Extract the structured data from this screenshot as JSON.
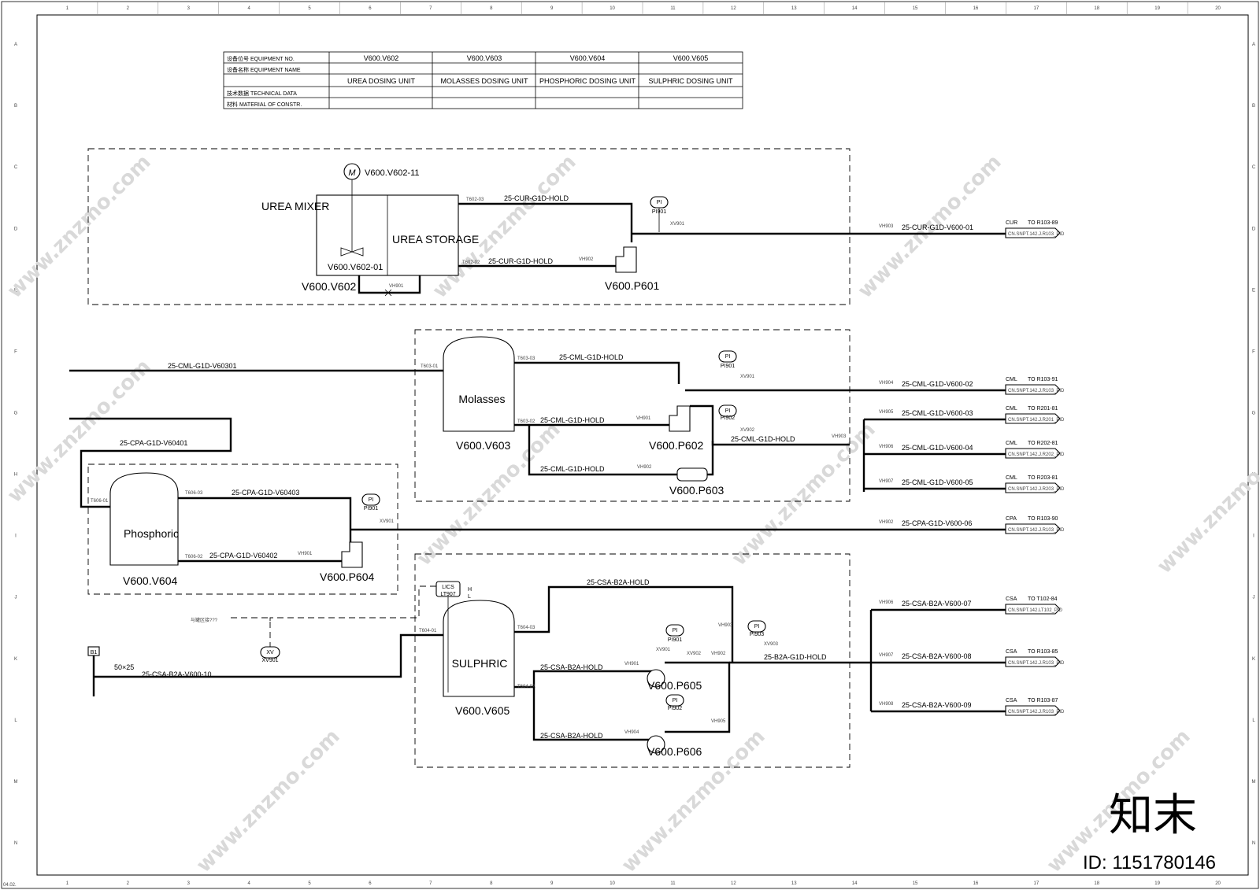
{
  "table": {
    "row_labels": [
      "设备位号 EQUIPMENT NO.",
      "设备名称 EQUIPMENT NAME",
      "技术数据 TECHNICAL DATA",
      "材料 MATERIAL OF CONSTR."
    ],
    "columns": [
      {
        "no": "V600.V602",
        "name": "UREA DOSING UNIT"
      },
      {
        "no": "V600.V603",
        "name": "MOLASSES DOSING UNIT"
      },
      {
        "no": "V600.V604",
        "name": "PHOSPHORIC DOSING UNIT"
      },
      {
        "no": "V600.V605",
        "name": "SULPHRIC DOSING UNIT"
      }
    ]
  },
  "urea": {
    "motor_letter": "M",
    "motor_tag": "V600.V602-11",
    "mixer": "UREA MIXER",
    "storage": "UREA STORAGE",
    "agitator": "V600.V602-01",
    "vessel": "V600.V602",
    "pump": "V600.P601",
    "line_top": "25-CUR-G1D-HOLD",
    "line_bottom": "25-CUR-G1D-HOLD",
    "nozzle_top": "T602-03",
    "nozzle_bottom": "T602-02",
    "valve_drain": "VH901",
    "valve_pump": "VH902",
    "valve_out": "VH903",
    "xv": "XV901",
    "pi_letter": "PI",
    "pi_tag": "PI901",
    "out_line": "25-CUR-G1D-V600-01",
    "out_fluid": "CUR",
    "out_to": "TO R103-89",
    "out_ref": "CN.SNPT.142.J.R103_PID"
  },
  "molasses": {
    "vessel_label": "Molasses",
    "vessel": "V600.V603",
    "pump1": "V600.P602",
    "pump2": "V600.P603",
    "in_line": "25-CML-G1D-V60301",
    "nozzle_in": "T603-01",
    "nozzle_top": "T603-03",
    "nozzle_side": "T603-02",
    "line_return": "25-CML-G1D-HOLD",
    "line_suct1": "25-CML-G1D-HOLD",
    "line_suct2": "25-CML-G1D-HOLD",
    "line_disch": "25-CML-G1D-HOLD",
    "pi1_letter": "PI",
    "pi1_tag": "PI901",
    "pi2_letter": "PI",
    "pi2_tag": "PI902",
    "xv1": "XV901",
    "xv2": "XV902",
    "valve1": "VH901",
    "valve2": "VH902",
    "valve3": "VH903",
    "outlets": [
      {
        "valve": "VH904",
        "line": "25-CML-G1D-V600-02",
        "fluid": "CML",
        "to": "TO R103-91",
        "ref": "CN.SNPT.142.J.R103_PID"
      },
      {
        "valve": "VH905",
        "line": "25-CML-G1D-V600-03",
        "fluid": "CML",
        "to": "TO R201-81",
        "ref": "CN.SNPT.142.J.R201_PID"
      },
      {
        "valve": "VH906",
        "line": "25-CML-G1D-V600-04",
        "fluid": "CML",
        "to": "TO R202-81",
        "ref": "CN.SNPT.142.J.R202_PID"
      },
      {
        "valve": "VH907",
        "line": "25-CML-G1D-V600-05",
        "fluid": "CML",
        "to": "TO R203-81",
        "ref": "CN.SNPT.142.J.R203_PID"
      }
    ]
  },
  "phosphoric": {
    "vessel_label": "Phosphoric",
    "vessel": "V600.V604",
    "pump": "V600.P604",
    "in_line": "25-CPA-G1D-V60401",
    "nozzle_in": "T606-01",
    "nozzle_top": "T606-03",
    "nozzle_side": "T606-02",
    "line_return": "25-CPA-G1D-V60403",
    "line_suct": "25-CPA-G1D-V60402",
    "valve_pump": "VH901",
    "pi_letter": "PI",
    "pi_tag": "PI901",
    "xv": "XV901",
    "out_valve": "VH902",
    "out_line": "25-CPA-G1D-V600-06",
    "out_fluid": "CPA",
    "out_to": "TO R103-90",
    "out_ref": "CN.SNPT.142.J.R103_PID"
  },
  "sulphric": {
    "vessel_label": "SULPHRIC",
    "vessel": "V600.V605",
    "pump1": "V600.P605",
    "pump2": "V600.P606",
    "in_line": "25-CSA-B2A-V600-10",
    "pipe_size": "50×25",
    "source": "B1",
    "note": "与罐区接???",
    "xv_letter": "XV",
    "xv_tag": "XV901",
    "lics_letter": "LICS",
    "lics_tag": "LT907",
    "lics_h": "H",
    "lics_l": "L",
    "nozzle_in": "T604-01",
    "nozzle_top": "T604-03",
    "nozzle_side": "T604-02",
    "line_return": "25-CSA-B2A-HOLD",
    "line_suct1": "25-CSA-B2A-HOLD",
    "line_suct2": "25-CSA-B2A-HOLD",
    "line_disch": "25-B2A-G1D-HOLD",
    "pi1_letter": "PI",
    "pi1_tag": "PI901",
    "pi2_letter": "PI",
    "pi2_tag": "PI902",
    "pi3_letter": "PI",
    "pi3_tag": "PI903",
    "valves": [
      "VH901",
      "VH902",
      "VH903",
      "VH904",
      "VH905",
      "VH906",
      "XV901",
      "XV902",
      "XV903"
    ],
    "outlets": [
      {
        "valve": "VH906",
        "line": "25-CSA-B2A-V600-07",
        "fluid": "CSA",
        "to": "TO T102-84",
        "ref": "CN.SNPT.142.LT102_PID"
      },
      {
        "valve": "VH907",
        "line": "25-CSA-B2A-V600-08",
        "fluid": "CSA",
        "to": "TO R103-85",
        "ref": "CN.SNPT.142.J.R103_PID"
      },
      {
        "valve": "VH908",
        "line": "25-CSA-B2A-V600-09",
        "fluid": "CSA",
        "to": "TO R103-87",
        "ref": "CN.SNPT.142.J.R103_PID"
      }
    ]
  },
  "frame": {
    "cols": [
      "1",
      "2",
      "3",
      "4",
      "5",
      "6",
      "7",
      "8",
      "9",
      "10",
      "11",
      "12",
      "13",
      "14",
      "15",
      "16",
      "17",
      "18",
      "19",
      "20"
    ],
    "rows": [
      "A",
      "B",
      "C",
      "D",
      "E",
      "F",
      "G",
      "H",
      "I",
      "J",
      "K",
      "L",
      "M",
      "N"
    ],
    "corner": "04.02."
  },
  "watermark": {
    "brand": "知末",
    "id": "ID: 1151780146",
    "site": "www.znzmo.com"
  }
}
